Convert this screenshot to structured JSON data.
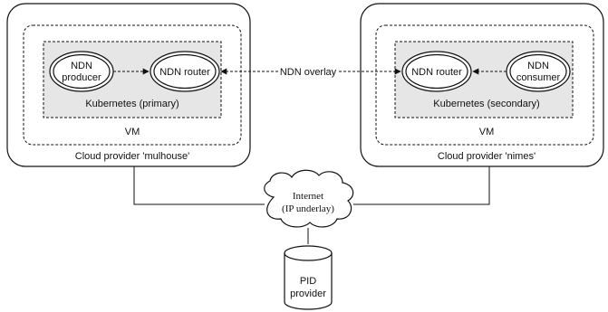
{
  "clouds": {
    "left": {
      "provider_label": "Cloud provider 'mulhouse'",
      "vm_label": "VM",
      "k8s_label": "Kubernetes (primary)",
      "node_a_line1": "NDN",
      "node_a_line2": "producer",
      "router_label": "NDN router"
    },
    "right": {
      "provider_label": "Cloud provider 'nimes'",
      "vm_label": "VM",
      "k8s_label": "Kubernetes (secondary)",
      "router_label": "NDN router",
      "node_b_line1": "NDN",
      "node_b_line2": "consumer"
    }
  },
  "overlay_label": "NDN overlay",
  "internet": {
    "line1": "Internet",
    "line2": "(IP underlay)"
  },
  "pid": {
    "line1": "PID",
    "line2": "provider"
  },
  "colors": {
    "stroke": "#111111",
    "k8s_fill": "#e6e6e6",
    "background": "#ffffff"
  }
}
